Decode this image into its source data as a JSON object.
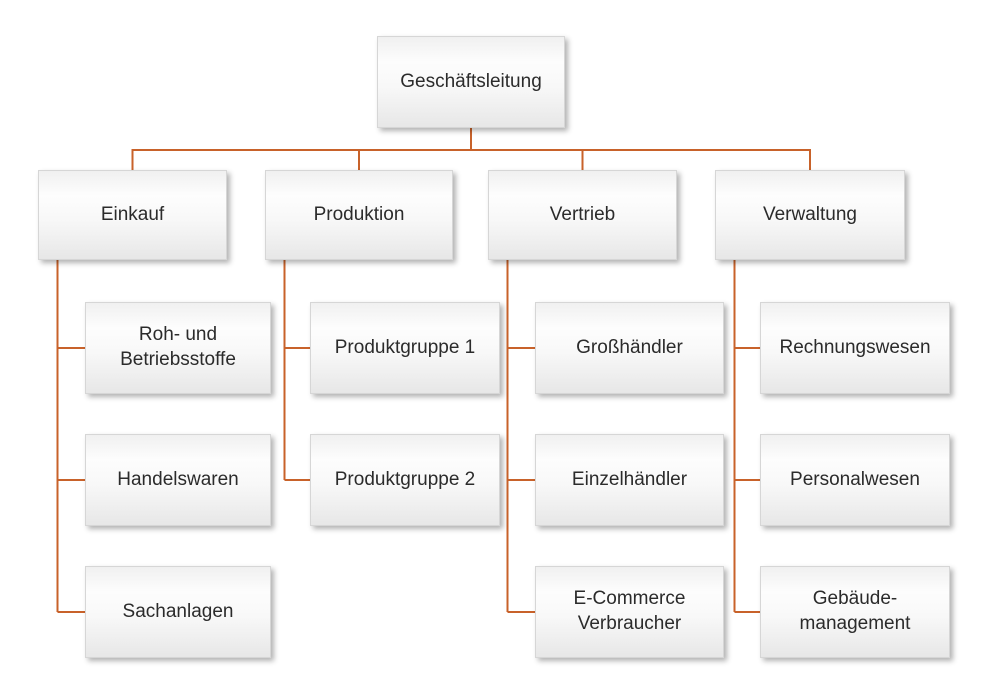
{
  "org_chart": {
    "root": {
      "label": "Geschäftsleitung"
    },
    "branches": [
      {
        "label": "Einkauf",
        "children": [
          {
            "label": "Roh- und\nBetriebsstoffe"
          },
          {
            "label": "Handelswaren"
          },
          {
            "label": "Sachanlagen"
          }
        ]
      },
      {
        "label": "Produktion",
        "children": [
          {
            "label": "Produktgruppe 1"
          },
          {
            "label": "Produktgruppe 2"
          }
        ]
      },
      {
        "label": "Vertrieb",
        "children": [
          {
            "label": "Großhändler"
          },
          {
            "label": "Einzelhändler"
          },
          {
            "label": "E-Commerce\nVerbraucher"
          }
        ]
      },
      {
        "label": "Verwaltung",
        "children": [
          {
            "label": "Rechnungswesen"
          },
          {
            "label": "Personalwesen"
          },
          {
            "label": "Gebäude-\nmanagement"
          }
        ]
      }
    ]
  },
  "colors": {
    "connector": "#C8622A",
    "box_border": "#d6d6d6",
    "text": "#2b2b2b"
  }
}
